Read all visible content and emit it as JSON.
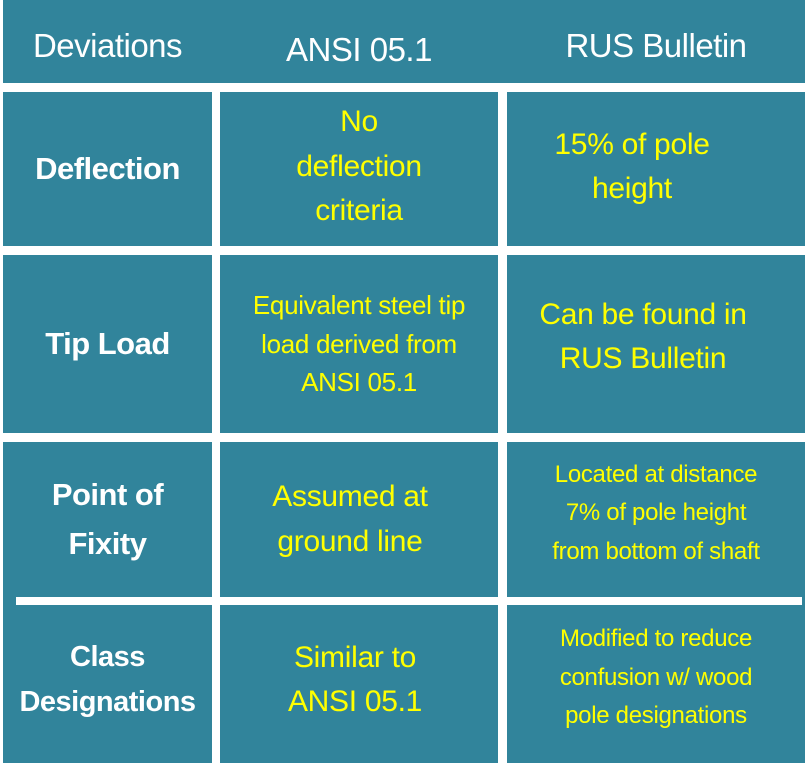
{
  "colors": {
    "cell_background": "#31849b",
    "grid_lines": "#ffffff",
    "header_text": "#ffffff",
    "row_label_text": "#ffffff",
    "value_text": "#ffff00"
  },
  "table": {
    "headers": [
      "Deviations",
      "ANSI 05.1",
      "RUS Bulletin"
    ],
    "rows": [
      {
        "label": [
          "Deflection"
        ],
        "ansi": [
          "No",
          "deflection",
          "criteria"
        ],
        "rus": [
          "15% of pole",
          "height"
        ]
      },
      {
        "label": [
          "Tip Load"
        ],
        "ansi": [
          "Equivalent steel tip",
          "load derived from",
          "ANSI 05.1"
        ],
        "rus": [
          "Can be found in",
          "RUS Bulletin"
        ]
      },
      {
        "label": [
          "Point of",
          "Fixity"
        ],
        "ansi": [
          "Assumed at",
          "ground line"
        ],
        "rus": [
          "Located at distance",
          "7% of pole height",
          "from bottom of shaft"
        ]
      },
      {
        "label": [
          "Class",
          "Designations"
        ],
        "ansi": [
          "Similar to",
          "ANSI 05.1"
        ],
        "rus": [
          "Modified to reduce",
          "confusion w/ wood",
          "pole designations"
        ]
      }
    ]
  }
}
